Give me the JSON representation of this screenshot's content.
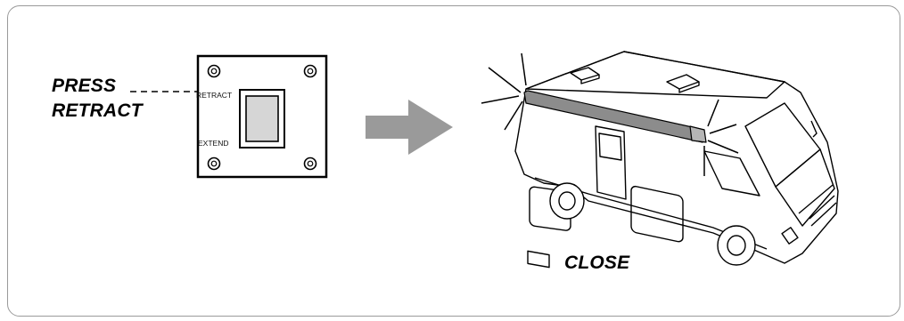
{
  "instructions": {
    "press_line1": "PRESS",
    "press_line2": "RETRACT",
    "result": "CLOSE"
  },
  "switch_panel": {
    "retract_label": "RETRACT",
    "extend_label": "EXTEND"
  },
  "colors": {
    "frame_border": "#9a9a9a",
    "arrow_fill": "#9a9a9a",
    "rocker_fill": "#d6d6d6",
    "awning_fill": "#8c8c8c"
  }
}
